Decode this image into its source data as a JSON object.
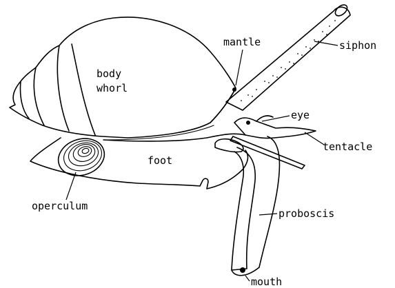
{
  "diagram": {
    "labels": {
      "body_whorl_line1": "body",
      "body_whorl_line2": "whorl",
      "mantle": "mantle",
      "siphon": "siphon",
      "eye": "eye",
      "tentacle": "tentacle",
      "foot": "foot",
      "operculum": "operculum",
      "proboscis": "proboscis",
      "mouth": "mouth"
    }
  }
}
